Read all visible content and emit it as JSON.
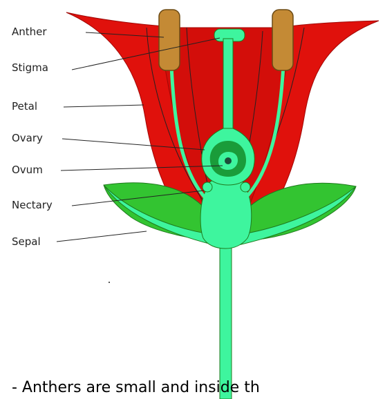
{
  "diagram": {
    "labels": {
      "anther": "Anther",
      "stigma": "Stigma",
      "petal": "Petal",
      "ovary": "Ovary",
      "ovum": "Ovum",
      "nectary": "Nectary",
      "sepal": "Sepal"
    },
    "caption": "-   Anthers are small and inside th"
  },
  "colors": {
    "petal_red": "#e0110c",
    "petal_dark_red": "#b50a08",
    "stem_green": "#3ef59e",
    "sepal_green": "#33c431",
    "anther_tan": "#c48a35",
    "ovary_dark_green": "#1a9c3a",
    "ovum_dark": "#1d4d3a",
    "line": "#222222"
  }
}
